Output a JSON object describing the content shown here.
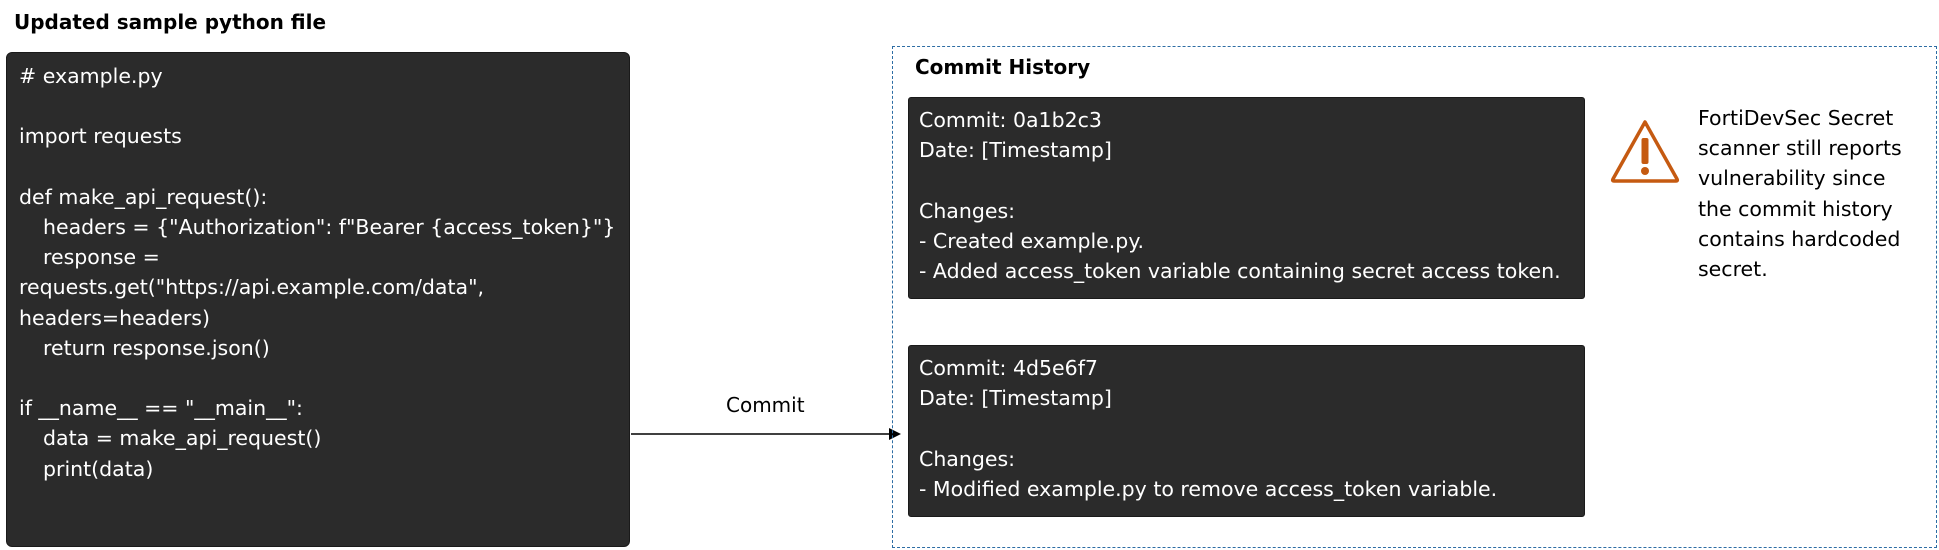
{
  "title": "Updated sample python file",
  "code_lines": [
    {
      "text": "# example.py",
      "indent": false
    },
    {
      "text": "",
      "indent": false
    },
    {
      "text": "import requests",
      "indent": false
    },
    {
      "text": "",
      "indent": false
    },
    {
      "text": "def make_api_request():",
      "indent": false
    },
    {
      "text": "headers = {\"Authorization\": f\"Bearer {access_token}\"}",
      "indent": true
    },
    {
      "text": "response =",
      "indent": true
    },
    {
      "text": "requests.get(\"https://api.example.com/data\",",
      "indent": false
    },
    {
      "text": "headers=headers)",
      "indent": false
    },
    {
      "text": "return response.json()",
      "indent": true
    },
    {
      "text": "",
      "indent": false
    },
    {
      "text": "if __name__ == \"__main__\":",
      "indent": false
    },
    {
      "text": "data = make_api_request()",
      "indent": true
    },
    {
      "text": "print(data)",
      "indent": true
    }
  ],
  "connector_label": "Commit",
  "history_title": "Commit History",
  "commits": [
    {
      "commit": "Commit: 0a1b2c3",
      "date": "Date: [Timestamp]",
      "changes_label": "Changes:",
      "changes": [
        "- Created example.py.",
        "- Added access_token variable containing secret access token."
      ]
    },
    {
      "commit": "Commit: 4d5e6f7",
      "date": "Date: [Timestamp]",
      "changes_label": "Changes:",
      "changes": [
        "- Modified example.py to remove access_token variable."
      ]
    }
  ],
  "note_lines": [
    "FortiDevSec Secret",
    "scanner still reports",
    "vulnerability since",
    "the commit history",
    "contains hardcoded",
    "secret."
  ],
  "icons": {
    "warning": "warning-icon"
  },
  "colors": {
    "box_fill": "#2b2b2b",
    "frame_border": "#2e6da4",
    "warning": "#c55a11"
  }
}
